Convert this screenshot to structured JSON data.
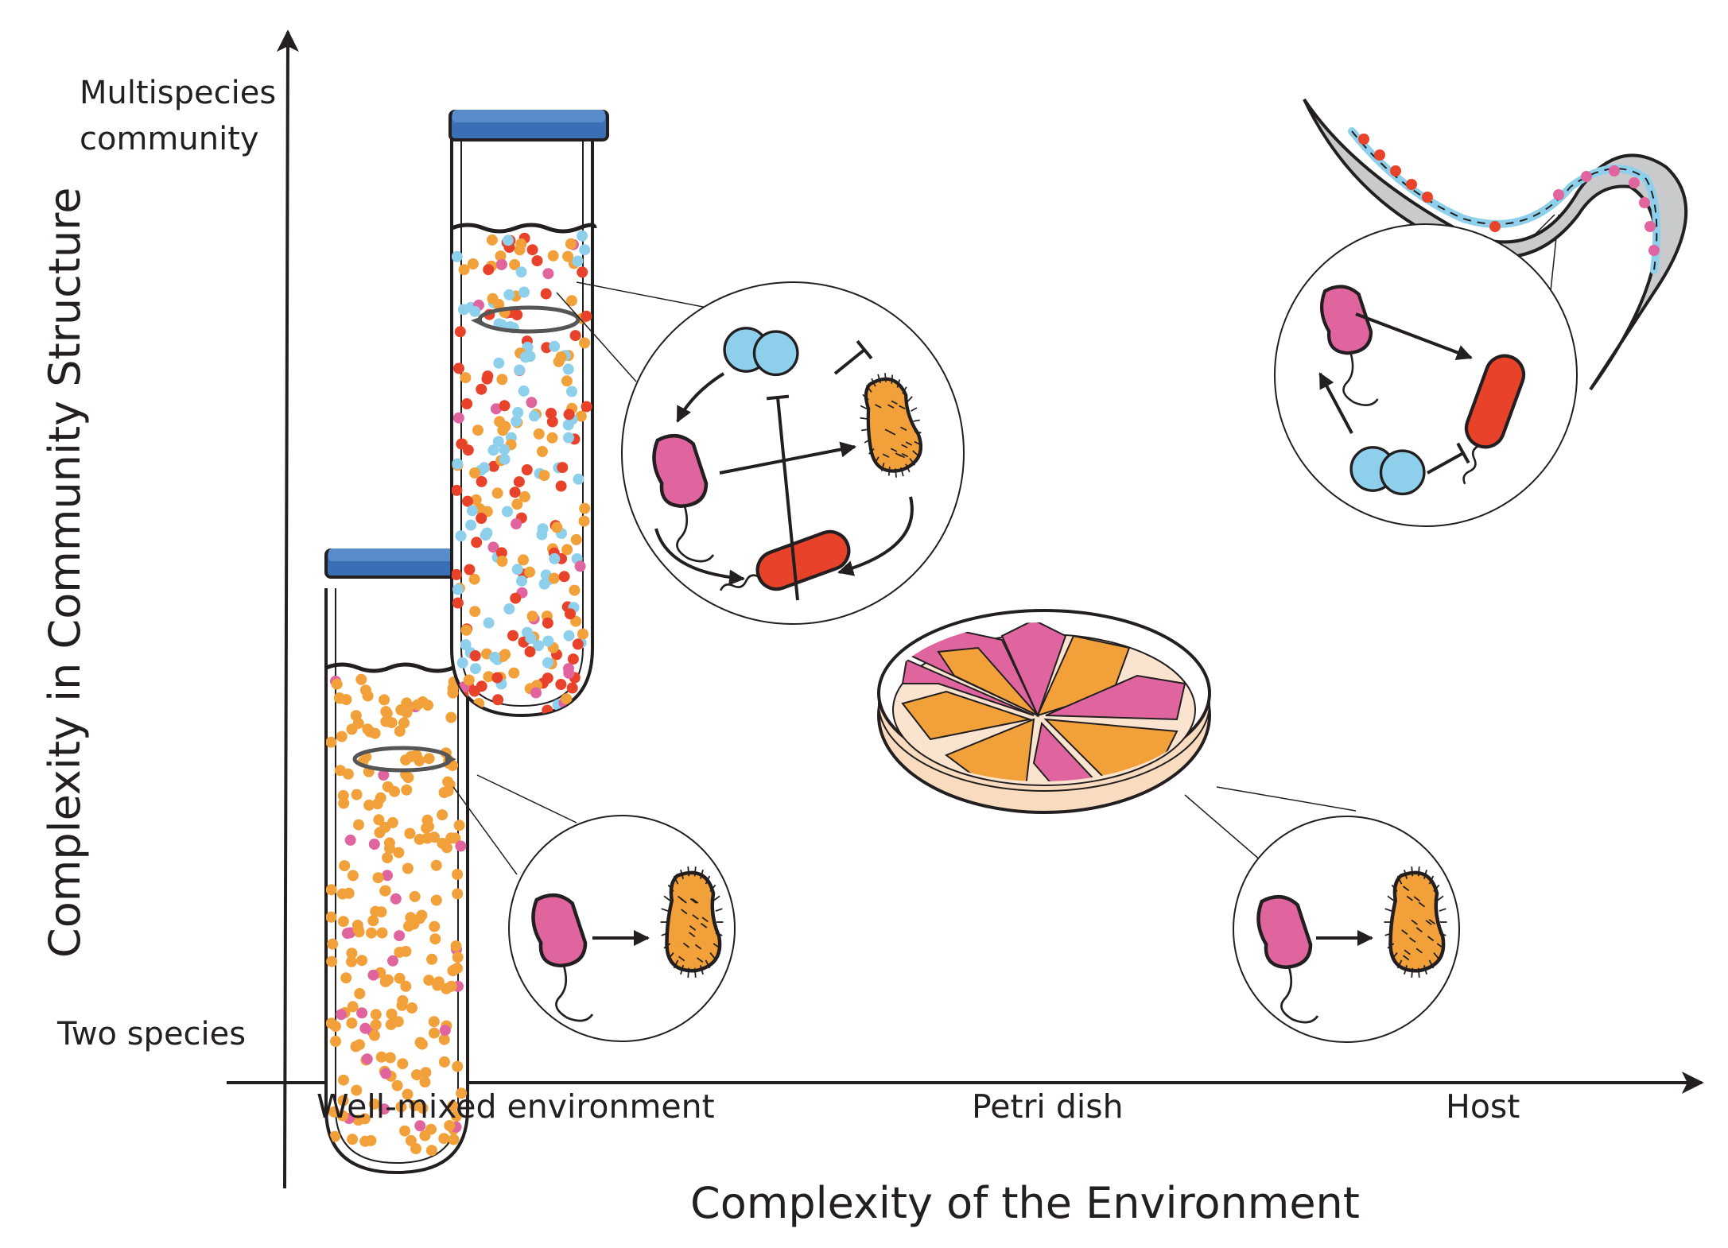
{
  "axes": {
    "x_title": "Complexity of the Environment",
    "y_title": "Complexity in Community Structure",
    "x_ticks": [
      "Well-mixed environment",
      "Petri dish",
      "Host"
    ],
    "y_ticks": {
      "top_line1": "Multispecies",
      "top_line2": "community",
      "bottom": "Two species"
    }
  },
  "colors": {
    "ink": "#231f20",
    "cap_blue": "#3b6fb5",
    "cyan_bacterium": "#8ed0ec",
    "pink_bacterium": "#e0659f",
    "red_bacterium": "#e8432a",
    "orange_bacterium": "#f2a13a",
    "agar": "#f9dcbf",
    "worm_gray": "#c9cacc"
  },
  "icons": [
    "tube-two-species-icon",
    "tube-multispecies-icon",
    "petri-dish-icon",
    "worm-host-icon",
    "bacterium-pink-icon",
    "bacterium-orange-hairy-icon",
    "bacterium-red-icon",
    "bacterium-cyan-diplococcus-icon",
    "arrow-activation-icon",
    "inhibition-bar-icon"
  ]
}
